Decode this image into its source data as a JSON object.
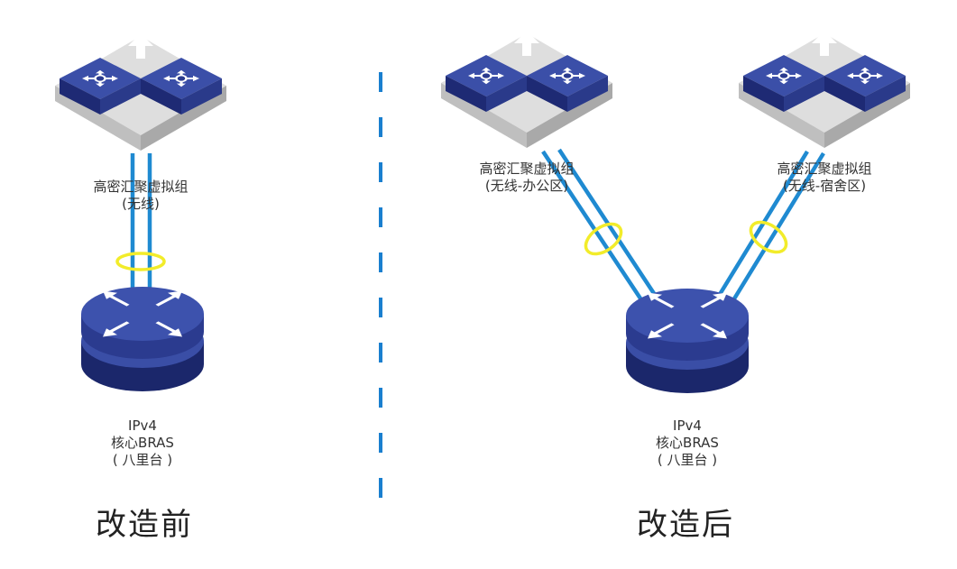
{
  "before": {
    "switch_label": [
      "高密汇聚虚拟组",
      "(无线)"
    ],
    "router_label": [
      "IPv4",
      "核心BRAS",
      "( 八里台 )"
    ],
    "caption": "改造前"
  },
  "after": {
    "switch_left_label": [
      "高密汇聚虚拟组",
      "(无线-办公区)"
    ],
    "switch_right_label": [
      "高密汇聚虚拟组",
      "(无线-宿舍区)"
    ],
    "router_label": [
      "IPv4",
      "核心BRAS",
      "( 八里台 )"
    ],
    "caption": "改造后"
  },
  "colors": {
    "device_blue": "#2b3b8f",
    "link_blue": "#1f8ad1",
    "divider_blue": "#1a7fcf",
    "highlight_yellow": "#f2ec2a",
    "platform_gray": "#d9d9d9"
  }
}
